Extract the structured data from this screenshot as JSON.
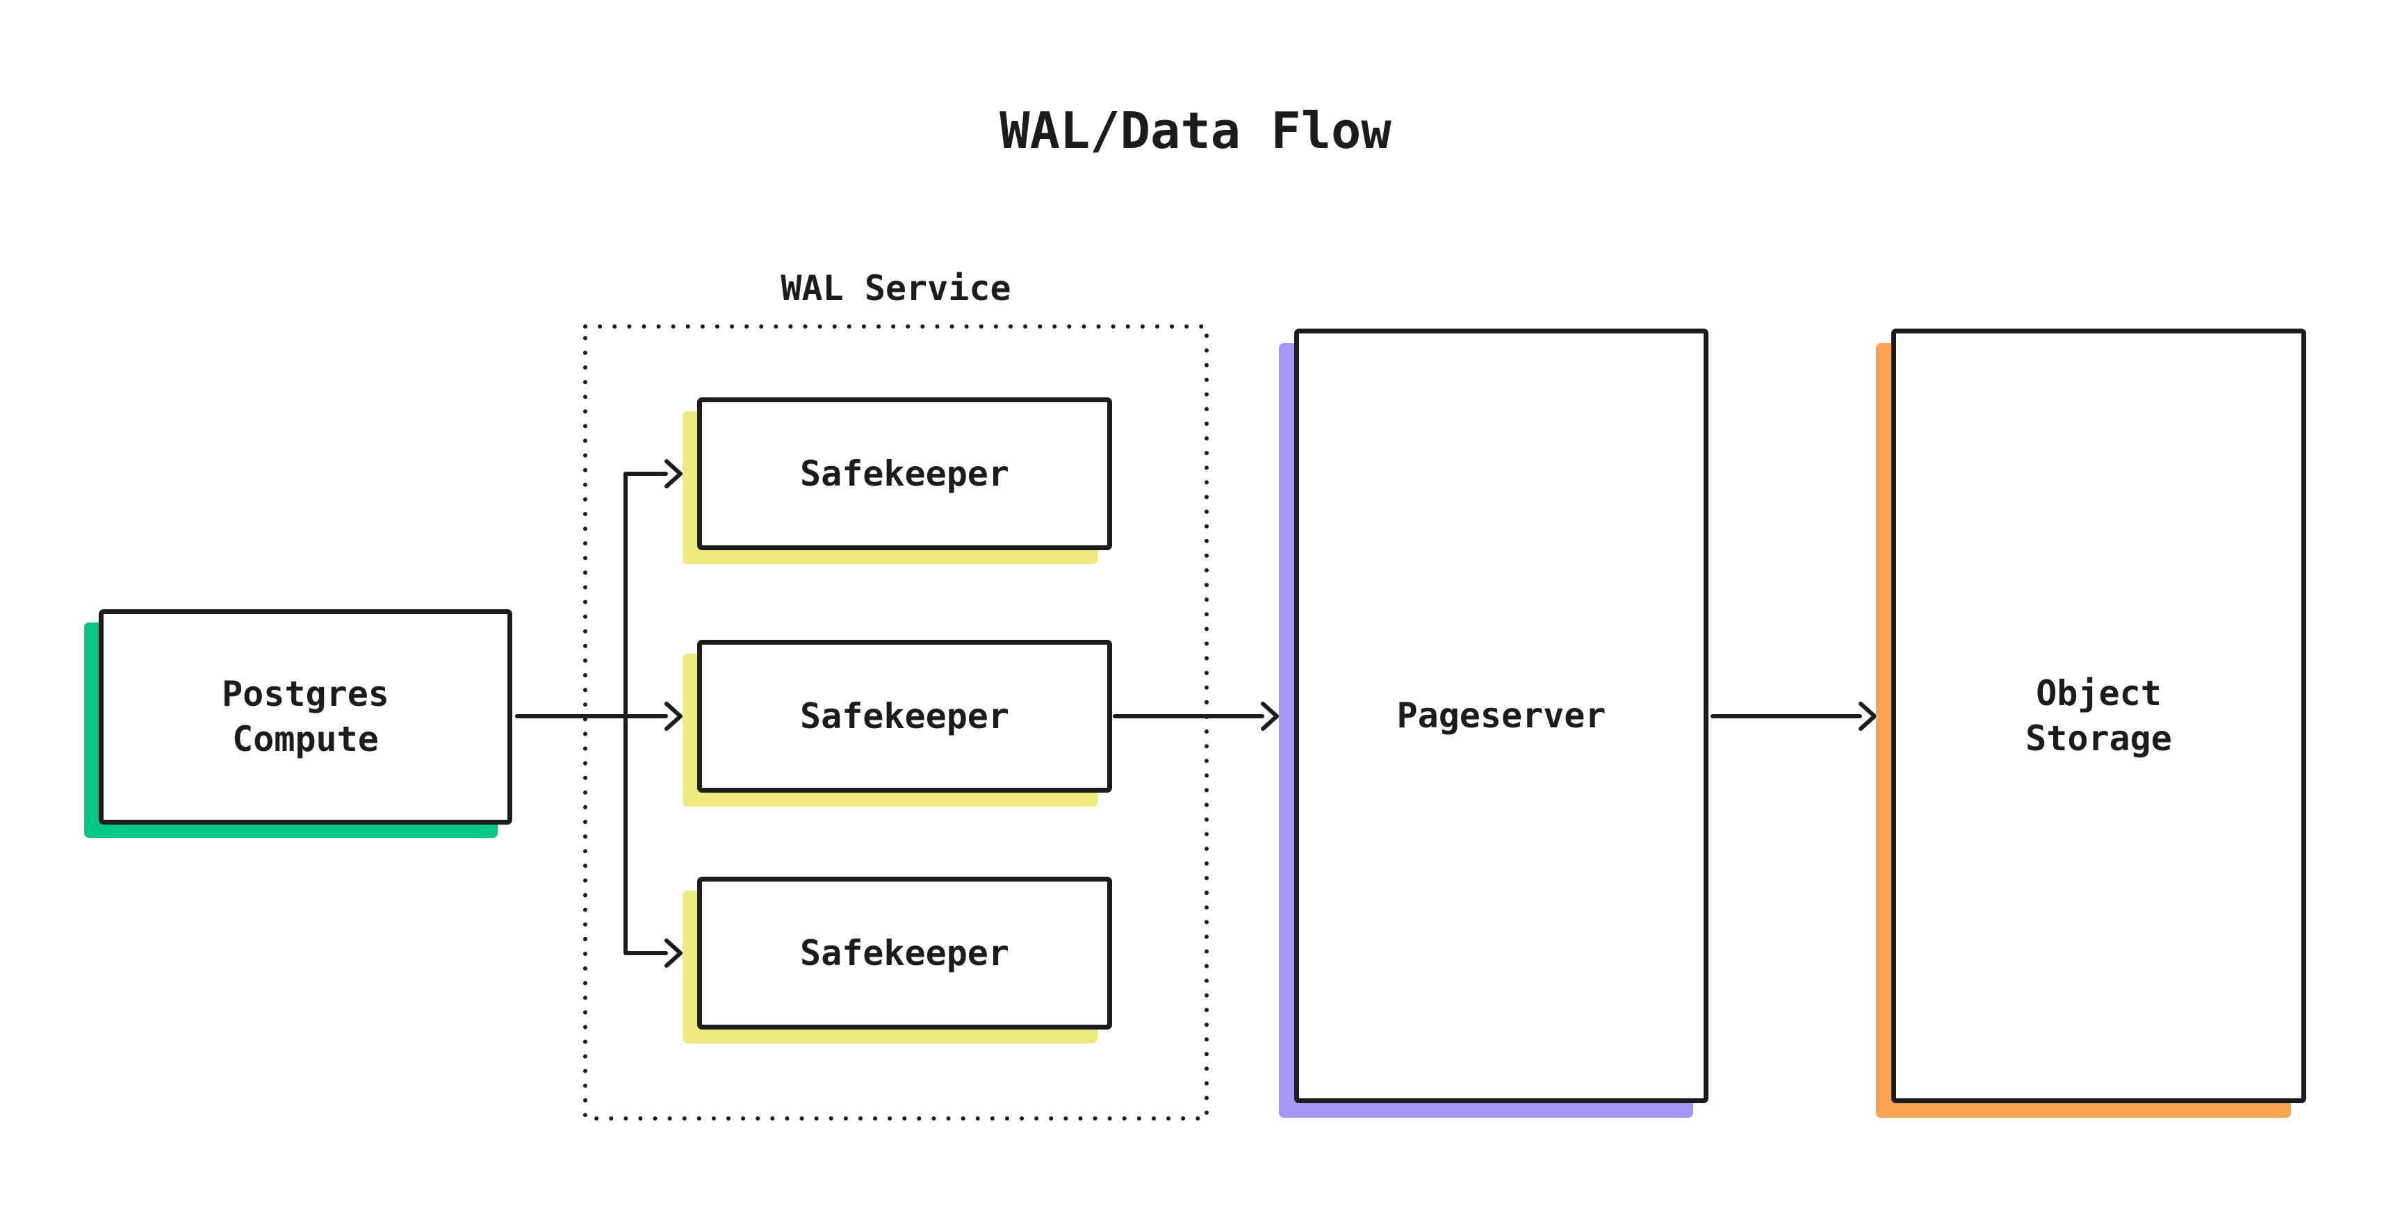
{
  "title": "WAL/Data Flow",
  "colors": {
    "ink": "#1c1c1c",
    "background": "#ffffff",
    "postgres_accent": "#00c884",
    "safekeeper_accent": "#ece97f",
    "pageserver_accent": "#a596f6",
    "object_storage_accent": "#f8a34f"
  },
  "group": {
    "label": "WAL Service"
  },
  "nodes": {
    "postgres_compute": {
      "lines": [
        "Postgres",
        "Compute"
      ]
    },
    "safekeeper_1": {
      "label": "Safekeeper"
    },
    "safekeeper_2": {
      "label": "Safekeeper"
    },
    "safekeeper_3": {
      "label": "Safekeeper"
    },
    "pageserver": {
      "label": "Pageserver"
    },
    "object_storage": {
      "lines": [
        "Object",
        "Storage"
      ]
    }
  },
  "edges": [
    {
      "from": "postgres_compute",
      "to": "safekeeper_1"
    },
    {
      "from": "postgres_compute",
      "to": "safekeeper_2"
    },
    {
      "from": "postgres_compute",
      "to": "safekeeper_3"
    },
    {
      "from": "safekeeper_2",
      "to": "pageserver"
    },
    {
      "from": "pageserver",
      "to": "object_storage"
    }
  ]
}
